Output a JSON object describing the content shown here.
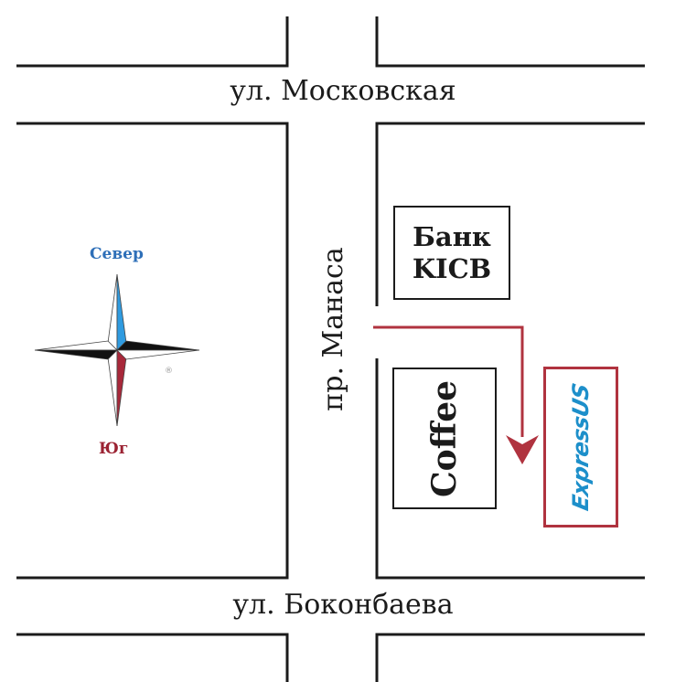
{
  "streets": {
    "top": "ул. Московская",
    "bottom": "ул. Боконбаева",
    "vertical": "пр. Манаса"
  },
  "buildings": {
    "bank": [
      "Банк",
      "KICB"
    ],
    "coffee": "Coffee",
    "express": "ExpressUS"
  },
  "compass": {
    "north": "Север",
    "south": "Юг",
    "registered": "®"
  },
  "route": {
    "icon": "route-arrow-icon",
    "color": "#b0333f"
  },
  "colors": {
    "lines": "#1b1b1b",
    "route": "#b0333f",
    "north": "#2e6fb8",
    "south": "#9b2232",
    "brand": "#1d8fca"
  }
}
